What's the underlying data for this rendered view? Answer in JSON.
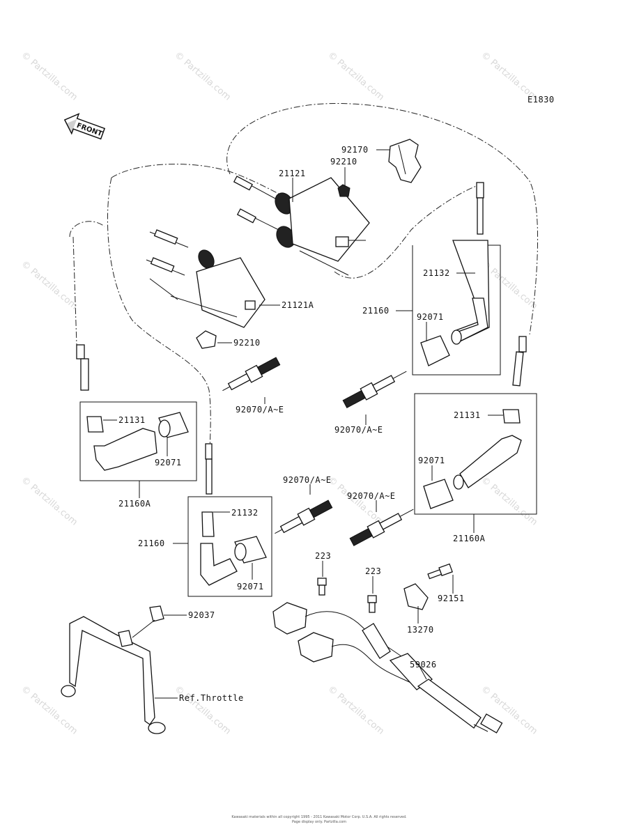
{
  "diagram_code": "E1830",
  "front_label": "FRONT",
  "watermark": "© Partzilla.com",
  "copyright_line1": "Kawasaki materials within all copyright 1995 - 2011 Kawasaki Motor Corp. U.S.A. All rights reserved.",
  "copyright_line2": "Page display only. Partzilla.com",
  "labels": {
    "l92170": "92170",
    "l92210a": "92210",
    "l21121": "21121",
    "l21121A": "21121A",
    "l92210b": "92210",
    "l21132a": "21132",
    "l21160a": "21160",
    "l92071a": "92071",
    "l92070a": "92070/A~E",
    "l92070b": "92070/A~E",
    "l21131a": "21131",
    "l92071b": "92071",
    "l21160Aa": "21160A",
    "l21132b": "21132",
    "l21160b": "21160",
    "l92071c": "92071",
    "l92070c": "92070/A~E",
    "l92070d": "92070/A~E",
    "l21131b": "21131",
    "l92071d": "92071",
    "l21160Ab": "21160A",
    "l223a": "223",
    "l223b": "223",
    "l92151": "92151",
    "l13270": "13270",
    "l92037": "92037",
    "l59026": "59026",
    "lRef": "Ref.Throttle"
  }
}
